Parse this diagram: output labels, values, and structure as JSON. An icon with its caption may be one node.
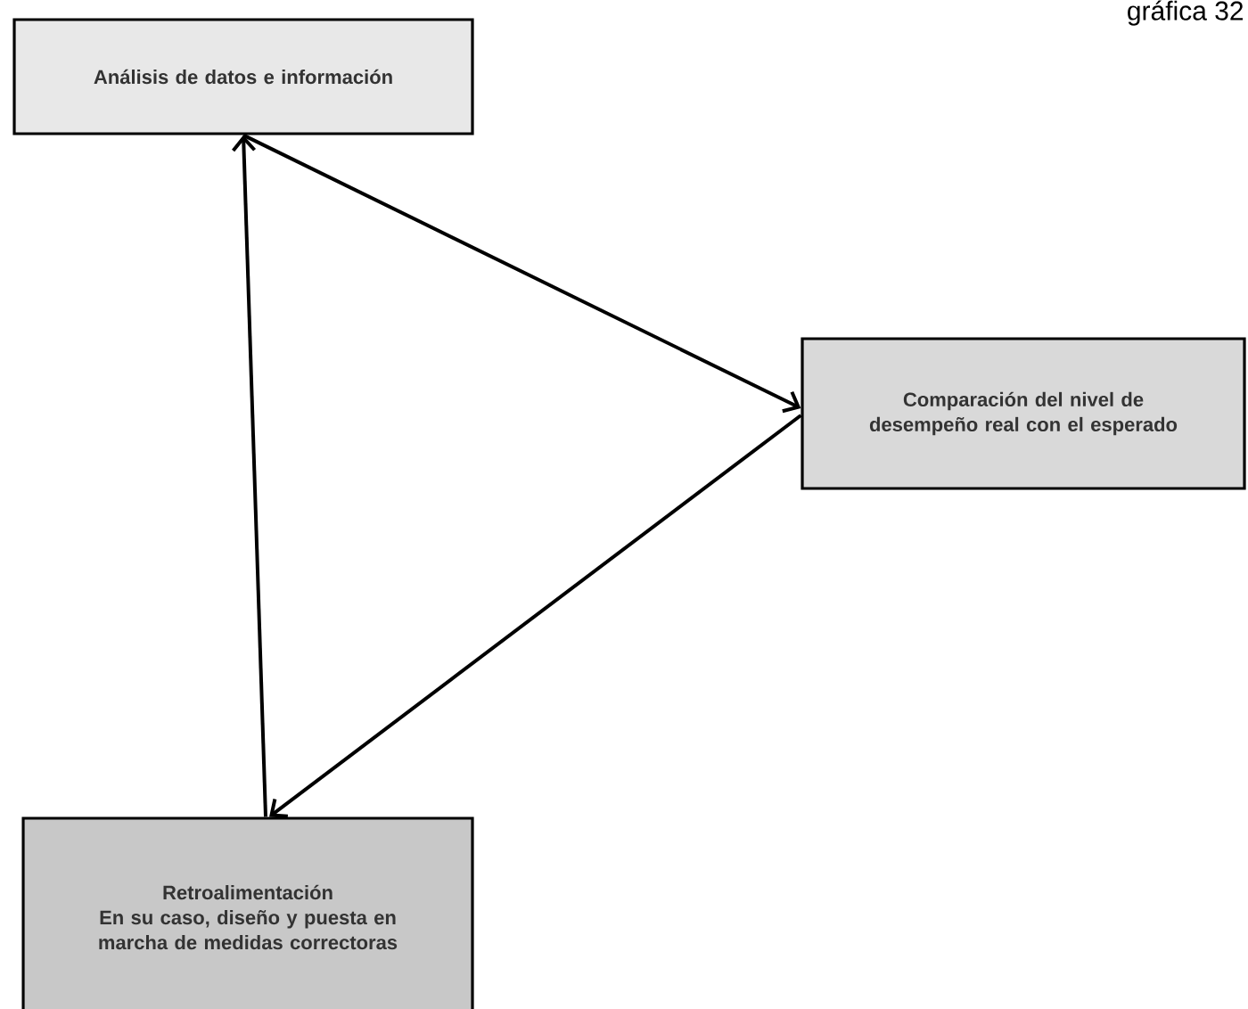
{
  "diagram": {
    "nodes": [
      {
        "text": [
          "Análisis de datos e información"
        ]
      },
      {
        "text": [
          "Comparación del nivel de desempeño real con el esperado"
        ]
      },
      {
        "text": [
          "Retroalimentación",
          "En su caso, diseño y puesta en marcha de medidas correctoras"
        ]
      }
    ],
    "edges": [
      {
        "from": 0,
        "to": 1,
        "arrow": "to"
      },
      {
        "from": 1,
        "to": 2,
        "arrow": "to"
      },
      {
        "from": 2,
        "to": 0,
        "arrow": "to"
      }
    ],
    "labels": [
      "gráfica 32"
    ]
  }
}
